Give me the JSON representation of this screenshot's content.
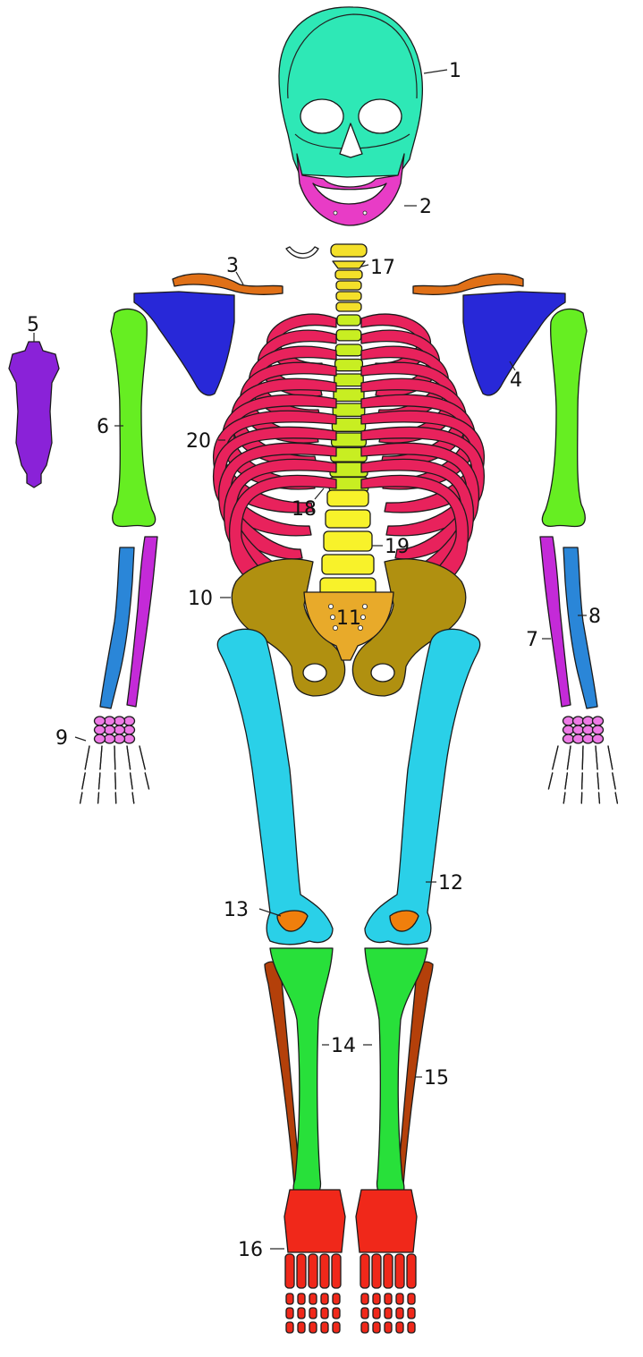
{
  "bones": [
    {
      "id": "1",
      "label": "1",
      "color": "#2ee8b6"
    },
    {
      "id": "2",
      "label": "2",
      "color": "#e83cc6"
    },
    {
      "id": "3",
      "label": "3",
      "color": "#e07017"
    },
    {
      "id": "4",
      "label": "4",
      "color": "#2828d8"
    },
    {
      "id": "5",
      "label": "5",
      "color": "#8a22d8"
    },
    {
      "id": "6",
      "label": "6",
      "color": "#66ee22"
    },
    {
      "id": "7",
      "label": "7",
      "color": "#c42ad8"
    },
    {
      "id": "8",
      "label": "8",
      "color": "#2a86d8"
    },
    {
      "id": "9",
      "label": "9",
      "color": "#ee7ae6"
    },
    {
      "id": "10",
      "label": "10",
      "color": "#b09010"
    },
    {
      "id": "11",
      "label": "11",
      "color": "#e8aa2a"
    },
    {
      "id": "12",
      "label": "12",
      "color": "#2ad0e8"
    },
    {
      "id": "13",
      "label": "13",
      "color": "#f07f0c"
    },
    {
      "id": "14",
      "label": "14",
      "color": "#28e03a"
    },
    {
      "id": "15",
      "label": "15",
      "color": "#b4400a"
    },
    {
      "id": "16",
      "label": "16",
      "color": "#f0281a"
    },
    {
      "id": "17",
      "label": "17",
      "color": "#f4e02a"
    },
    {
      "id": "18",
      "label": "18",
      "color": "#c8ee22"
    },
    {
      "id": "19",
      "label": "19",
      "color": "#f8f22a"
    },
    {
      "id": "20",
      "label": "20",
      "color": "#e8225c"
    }
  ],
  "colors": {
    "skull": "#2ee8b6",
    "mandible": "#e83cc6",
    "clavicle": "#e07017",
    "scapula": "#2828d8",
    "sternum": "#8a22d8",
    "humerus": "#66ee22",
    "radius": "#c42ad8",
    "ulna": "#2a86d8",
    "hand": "#ee7ae6",
    "pelvis": "#b09010",
    "sacrum": "#e8aa2a",
    "femur": "#2ad0e8",
    "patella": "#f07f0c",
    "tibia": "#28e03a",
    "fibula": "#b4400a",
    "foot": "#f0281a",
    "cervical": "#f4e02a",
    "thoracic": "#c8ee22",
    "lumbar": "#f8f22a",
    "ribs": "#e8225c",
    "hyoid": "#ffffff",
    "outline": "#1b1b1b"
  }
}
